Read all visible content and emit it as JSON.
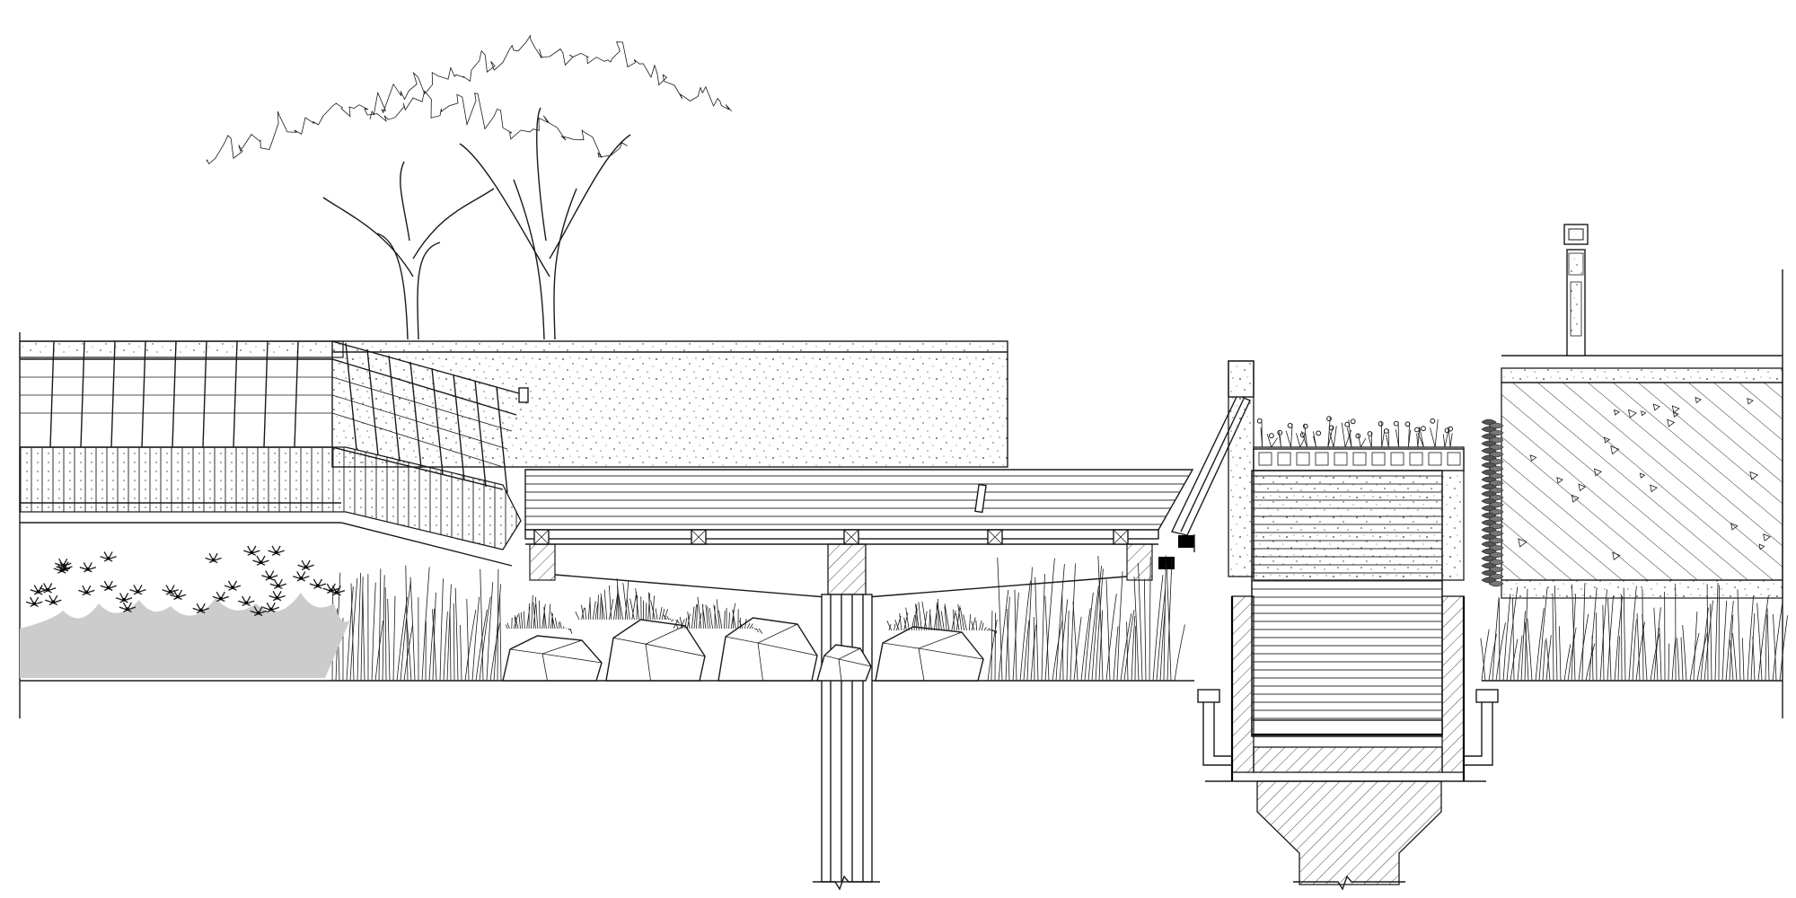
{
  "drawing": {
    "elements": [
      "trees",
      "glass-railing",
      "concrete-retaining-wall",
      "timber-deck-bridge",
      "bridge-pier",
      "landscape-boulders",
      "reed-grasses",
      "ornamental-shrubs",
      "timber-planter-box",
      "ramp-guardrail",
      "hatched-earth-wall",
      "bollard-light",
      "foundation-footing"
    ]
  },
  "colors": {
    "line": "#1a1a1a",
    "fill_grass": "#cccccc",
    "background": "#ffffff"
  }
}
